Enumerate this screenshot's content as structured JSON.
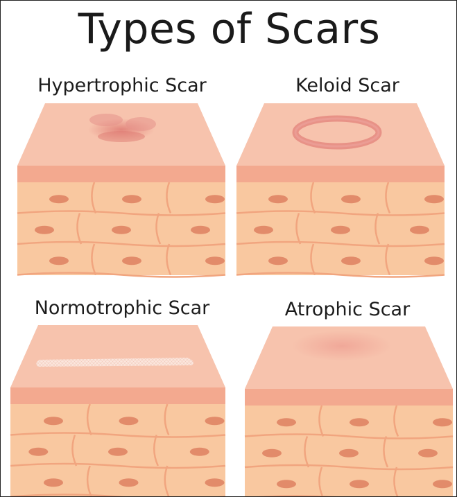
{
  "title": "Types of Scars",
  "panels": [
    {
      "label": "Hypertrophic Scar",
      "scar": "raised-irregular"
    },
    {
      "label": "Keloid Scar",
      "scar": "raised-ring"
    },
    {
      "label": "Normotrophic Scar",
      "scar": "flat-pale"
    },
    {
      "label": "Atrophic Scar",
      "scar": "depressed"
    }
  ],
  "colors": {
    "skin_top": "#f7c3ad",
    "skin_side": "#f3a98f",
    "cell_fill": "#f9c8a0",
    "cell_line": "#f1a57f",
    "nucleus": "#e28b6a",
    "scar_red": "#e58a80",
    "scar_pale": "#fbe2d7"
  }
}
